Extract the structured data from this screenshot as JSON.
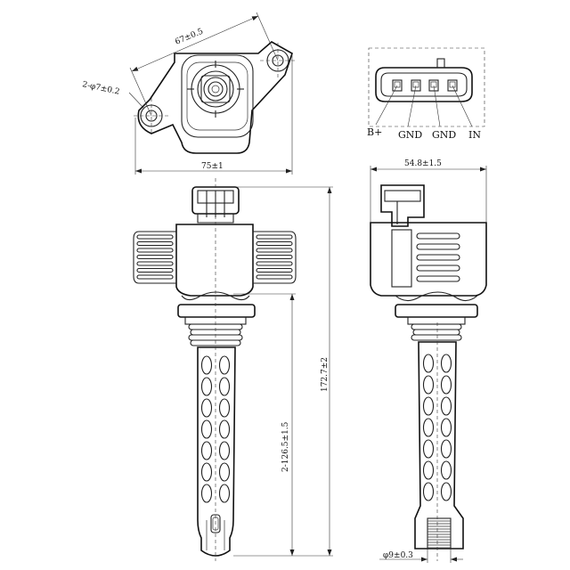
{
  "dimensions": {
    "flange_diagonal": "67±0.5",
    "mount_holes": "2-φ7±0.2",
    "flange_width": "75±1",
    "side_width": "54.8±1.5",
    "boot_length": "2-126.5±1.5",
    "overall_length": "172.7±2",
    "tip_diameter": "φ9±0.3"
  },
  "connector_pins": [
    "B+",
    "GND",
    "GND",
    "IN"
  ]
}
